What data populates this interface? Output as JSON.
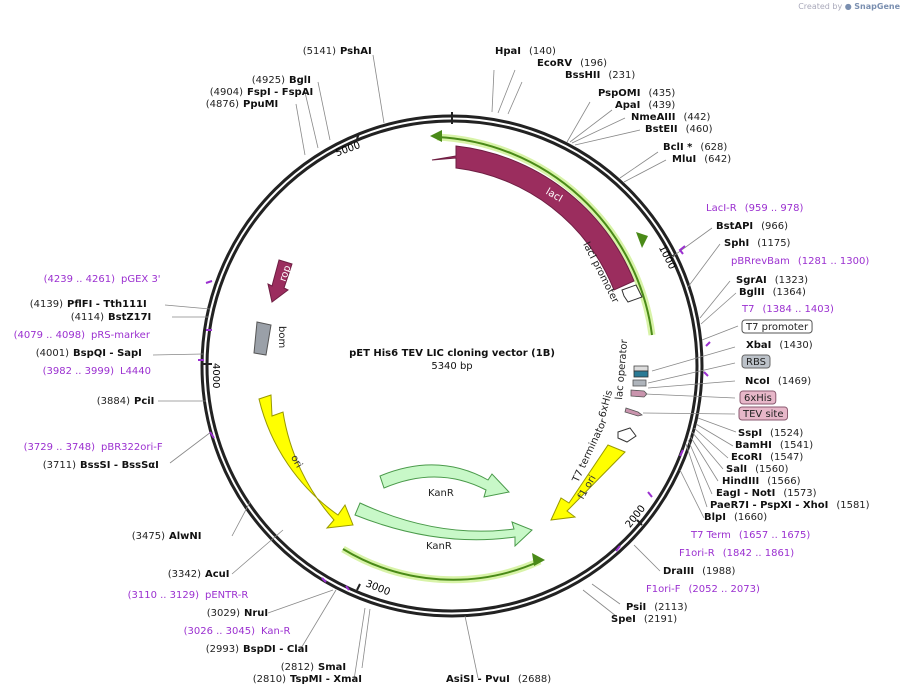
{
  "credit": {
    "prefix": "Created by",
    "brand": "SnapGene"
  },
  "plasmid": {
    "name": "pET His6 TEV LIC cloning vector (1B)",
    "size": "5340 bp"
  },
  "colors": {
    "lacI": "#9b2d5e",
    "kanR": "#c8f8c8",
    "ori": "#ffff00",
    "f1ori": "#ffff00",
    "rop": "#9b2d5e",
    "bom": "#9aa0a8",
    "primer": "#9b30d0",
    "backbone": "#222222"
  },
  "ticks": [
    {
      "label": "1000"
    },
    {
      "label": "2000"
    },
    {
      "label": "3000"
    },
    {
      "label": "4000"
    },
    {
      "label": "5000"
    }
  ],
  "enzymes": [
    {
      "name": "HpaI",
      "pos": "(140)"
    },
    {
      "name": "EcoRV",
      "pos": "(196)"
    },
    {
      "name": "BssHII",
      "pos": "(231)"
    },
    {
      "name": "PspOMI",
      "pos": "(435)"
    },
    {
      "name": "ApaI",
      "pos": "(439)"
    },
    {
      "name": "NmeAIII",
      "pos": "(442)"
    },
    {
      "name": "BstEII",
      "pos": "(460)"
    },
    {
      "name": "BclI *",
      "pos": "(628)"
    },
    {
      "name": "MluI",
      "pos": "(642)"
    },
    {
      "name": "BstAPI",
      "pos": "(966)"
    },
    {
      "name": "SphI",
      "pos": "(1175)"
    },
    {
      "name": "SgrAI",
      "pos": "(1323)"
    },
    {
      "name": "BglII",
      "pos": "(1364)"
    },
    {
      "name": "XbaI",
      "pos": "(1430)"
    },
    {
      "name": "NcoI",
      "pos": "(1469)"
    },
    {
      "name": "SspI",
      "pos": "(1524)"
    },
    {
      "name": "BamHI",
      "pos": "(1541)"
    },
    {
      "name": "EcoRI",
      "pos": "(1547)"
    },
    {
      "name": "SalI",
      "pos": "(1560)"
    },
    {
      "name": "HindIII",
      "pos": "(1566)"
    },
    {
      "name": "EagI  - NotI",
      "pos": "(1573)"
    },
    {
      "name": "PaeR7I  - PspXI  - XhoI",
      "pos": "(1581)"
    },
    {
      "name": "BlpI",
      "pos": "(1660)"
    },
    {
      "name": "DraIII",
      "pos": "(1988)"
    },
    {
      "name": "PsiI",
      "pos": "(2113)"
    },
    {
      "name": "SpeI",
      "pos": "(2191)"
    },
    {
      "name": "AsiSI  - PvuI",
      "pos": "(2688)"
    },
    {
      "name": "SmaI",
      "pos": "(2812)"
    },
    {
      "name": "TspMI  - XmaI",
      "pos": "(2810)"
    },
    {
      "name": "BspDI  - ClaI",
      "pos": "(2993)"
    },
    {
      "name": "NruI",
      "pos": "(3029)"
    },
    {
      "name": "AcuI",
      "pos": "(3342)"
    },
    {
      "name": "AlwNI",
      "pos": "(3475)"
    },
    {
      "name": "BssSI  - BssSαI",
      "pos": "(3711)"
    },
    {
      "name": "PciI",
      "pos": "(3884)"
    },
    {
      "name": "BspQI  - SapI",
      "pos": "(4001)"
    },
    {
      "name": "BstZ17I",
      "pos": "(4114)"
    },
    {
      "name": "PflFI  - Tth111I",
      "pos": "(4139)"
    },
    {
      "name": "PpuMI",
      "pos": "(4876)"
    },
    {
      "name": "FspI  - FspAI",
      "pos": "(4904)"
    },
    {
      "name": "BglI",
      "pos": "(4925)"
    },
    {
      "name": "PshAI",
      "pos": "(5141)"
    }
  ],
  "primers": [
    {
      "name": "LacI-R",
      "pos": "(959 .. 978)"
    },
    {
      "name": "pBRrevBam",
      "pos": "(1281 .. 1300)"
    },
    {
      "name": "T7",
      "pos": "(1384 .. 1403)"
    },
    {
      "name": "T7 Term",
      "pos": "(1657 .. 1675)"
    },
    {
      "name": "F1ori-R",
      "pos": "(1842 .. 1861)"
    },
    {
      "name": "F1ori-F",
      "pos": "(2052 .. 2073)"
    },
    {
      "name": "pENTR-R",
      "pos": "(3110 .. 3129)"
    },
    {
      "name": "Kan-R",
      "pos": "(3026 .. 3045)"
    },
    {
      "name": "pBR322ori-F",
      "pos": "(3729 .. 3748)"
    },
    {
      "name": "L4440",
      "pos": "(3982 .. 3999)"
    },
    {
      "name": "pRS-marker",
      "pos": "(4079 .. 4098)"
    },
    {
      "name": "pGEX 3'",
      "pos": "(4239 .. 4261)"
    }
  ],
  "boxes": [
    {
      "name": "T7 promoter"
    },
    {
      "name": "RBS"
    },
    {
      "name": "6xHis"
    },
    {
      "name": "TEV site"
    }
  ],
  "features": {
    "lacI": "lacI",
    "lacI_promoter": "lacI promoter",
    "lac_operator": "lac operator",
    "his": "6xHis",
    "t7_terminator": "T7 terminator",
    "f1ori": "f1 ori",
    "kanR1": "KanR",
    "kanR2": "KanR",
    "ori": "ori",
    "rop": "rop",
    "bom": "bom"
  }
}
